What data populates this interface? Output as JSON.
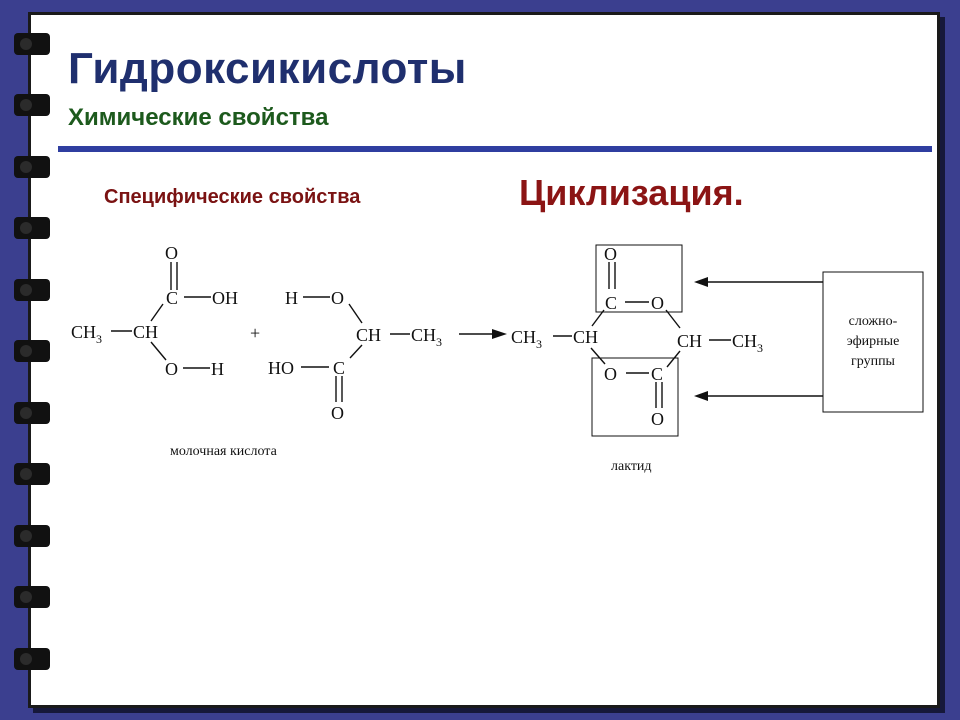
{
  "slide": {
    "title": "Гидроксикислоты",
    "subtitle": "Химические свойства",
    "specific_label": "Специфические свойства",
    "heading": "Циклизация."
  },
  "scheme": {
    "lactic_label": "молочная кислота",
    "lactide_label": "лактид",
    "ester_box_lines": [
      "сложно-",
      "эфирные",
      "группы"
    ],
    "plus": "+",
    "atoms": {
      "O": "O",
      "C": "C",
      "OH": "OH",
      "H": "H",
      "CH": "CH",
      "CH3_main": "CH",
      "sub3": "3",
      "HO": "HO"
    }
  }
}
